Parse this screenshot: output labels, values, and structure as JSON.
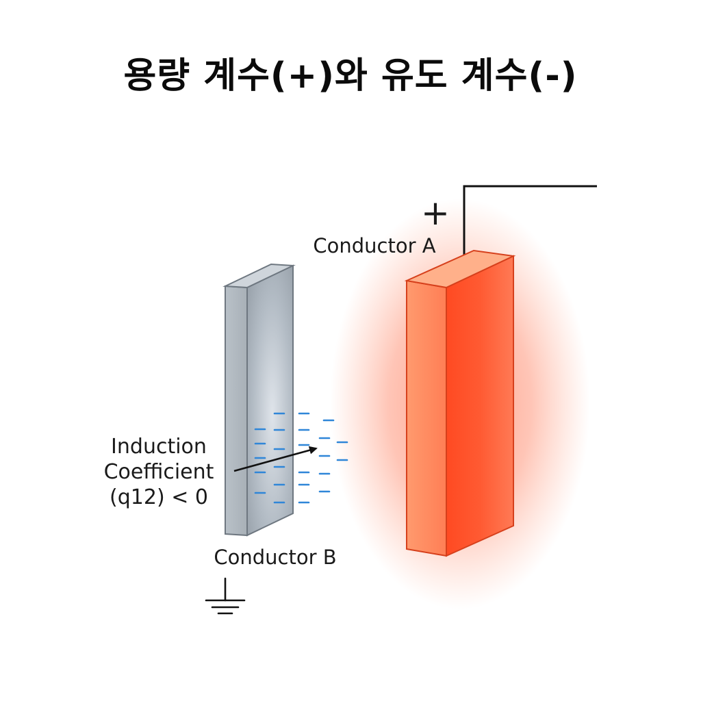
{
  "title": "용량 계수(+)와 유도 계수(-)",
  "conductor_a": {
    "label": "Conductor A",
    "charge_sign": "+",
    "color": "#ff5a36"
  },
  "conductor_b": {
    "label": "Conductor B",
    "color": "#a4adb5"
  },
  "induction": {
    "line1": "Induction",
    "line2": "Coefficient",
    "line3": "(q12) < 0",
    "charge_color": "#2f86d8"
  },
  "icons": {
    "ground": "ground-icon",
    "arrow": "arrow-icon"
  }
}
